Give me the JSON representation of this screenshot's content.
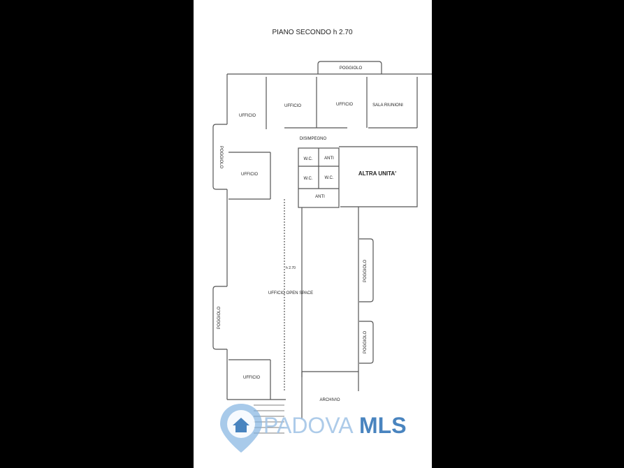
{
  "plan": {
    "title": "PIANO SECONDO  h 2.70",
    "rooms": {
      "ufficio_1": "UFFICIO",
      "ufficio_2": "UFFICIO",
      "ufficio_3": "UFFICIO",
      "sala_riunioni": "SALA RIUNIONI",
      "disimpegno": "DISIMPEGNO",
      "ufficio_4": "UFFICIO",
      "wc_1": "W.C.",
      "anti_1": "ANTI",
      "wc_2": "W.C.",
      "wc_3": "W.C.",
      "anti_2": "ANTI",
      "altra_unita": "ALTRA UNITA'",
      "open_space": "UFFICIO OPEN SPACE",
      "h_label": "h 2.70",
      "ufficio_5": "UFFICIO",
      "archivio": "ARCHIVIO"
    },
    "balconies": {
      "top": "POGGIOLO",
      "left_upper": "POGGIOLO",
      "left_lower": "POGGIOLO",
      "right_upper": "POGGIOLO",
      "right_lower": "POGGIOLO"
    }
  },
  "watermark": {
    "brand_part1": "PADOVA",
    "brand_part2": "MLS",
    "colors": {
      "part1": "#9fc3e6",
      "part2": "#2a6fb5",
      "pin": "#7fb2e0"
    },
    "icon": "house-pin-icon"
  }
}
